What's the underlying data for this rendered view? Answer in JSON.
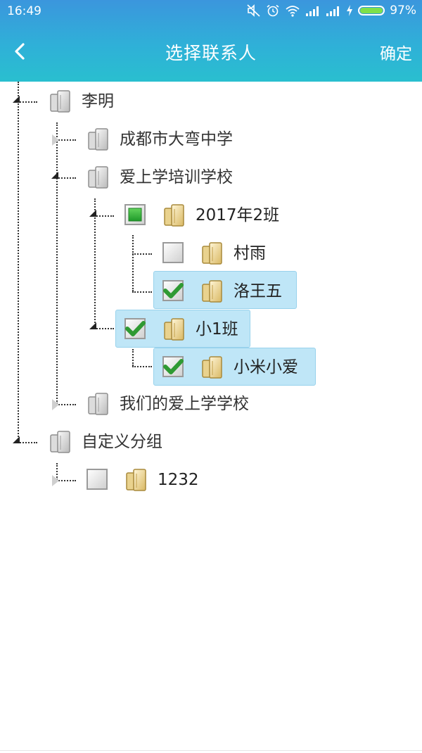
{
  "status_bar": {
    "time": "16:49",
    "battery": "97%",
    "icons": [
      "mute-icon",
      "alarm-icon",
      "wifi-icon",
      "signal-icon",
      "signal-icon",
      "charging-icon",
      "battery-icon"
    ]
  },
  "header": {
    "back_icon": "chevron-left-icon",
    "title": "选择联系人",
    "confirm_label": "确定"
  },
  "tree": {
    "li_ming": "李明",
    "chengdu": "成都市大弯中学",
    "aishangxue": "爱上学培训学校",
    "class_2017_2": "2017年2班",
    "cunyu": "村雨",
    "luowangwu": "洛王五",
    "xiao1ban": "小1班",
    "xiaomixiaoai": "小米小爱",
    "women_school": "我们的爱上学学校",
    "custom_group": "自定义分组",
    "g1232": "1232"
  },
  "colors": {
    "header_gradient_start": "#3b96dd",
    "header_gradient_end": "#29bfcf",
    "selected_row": "#bfe6f7",
    "check_green": "#2f9a33"
  }
}
